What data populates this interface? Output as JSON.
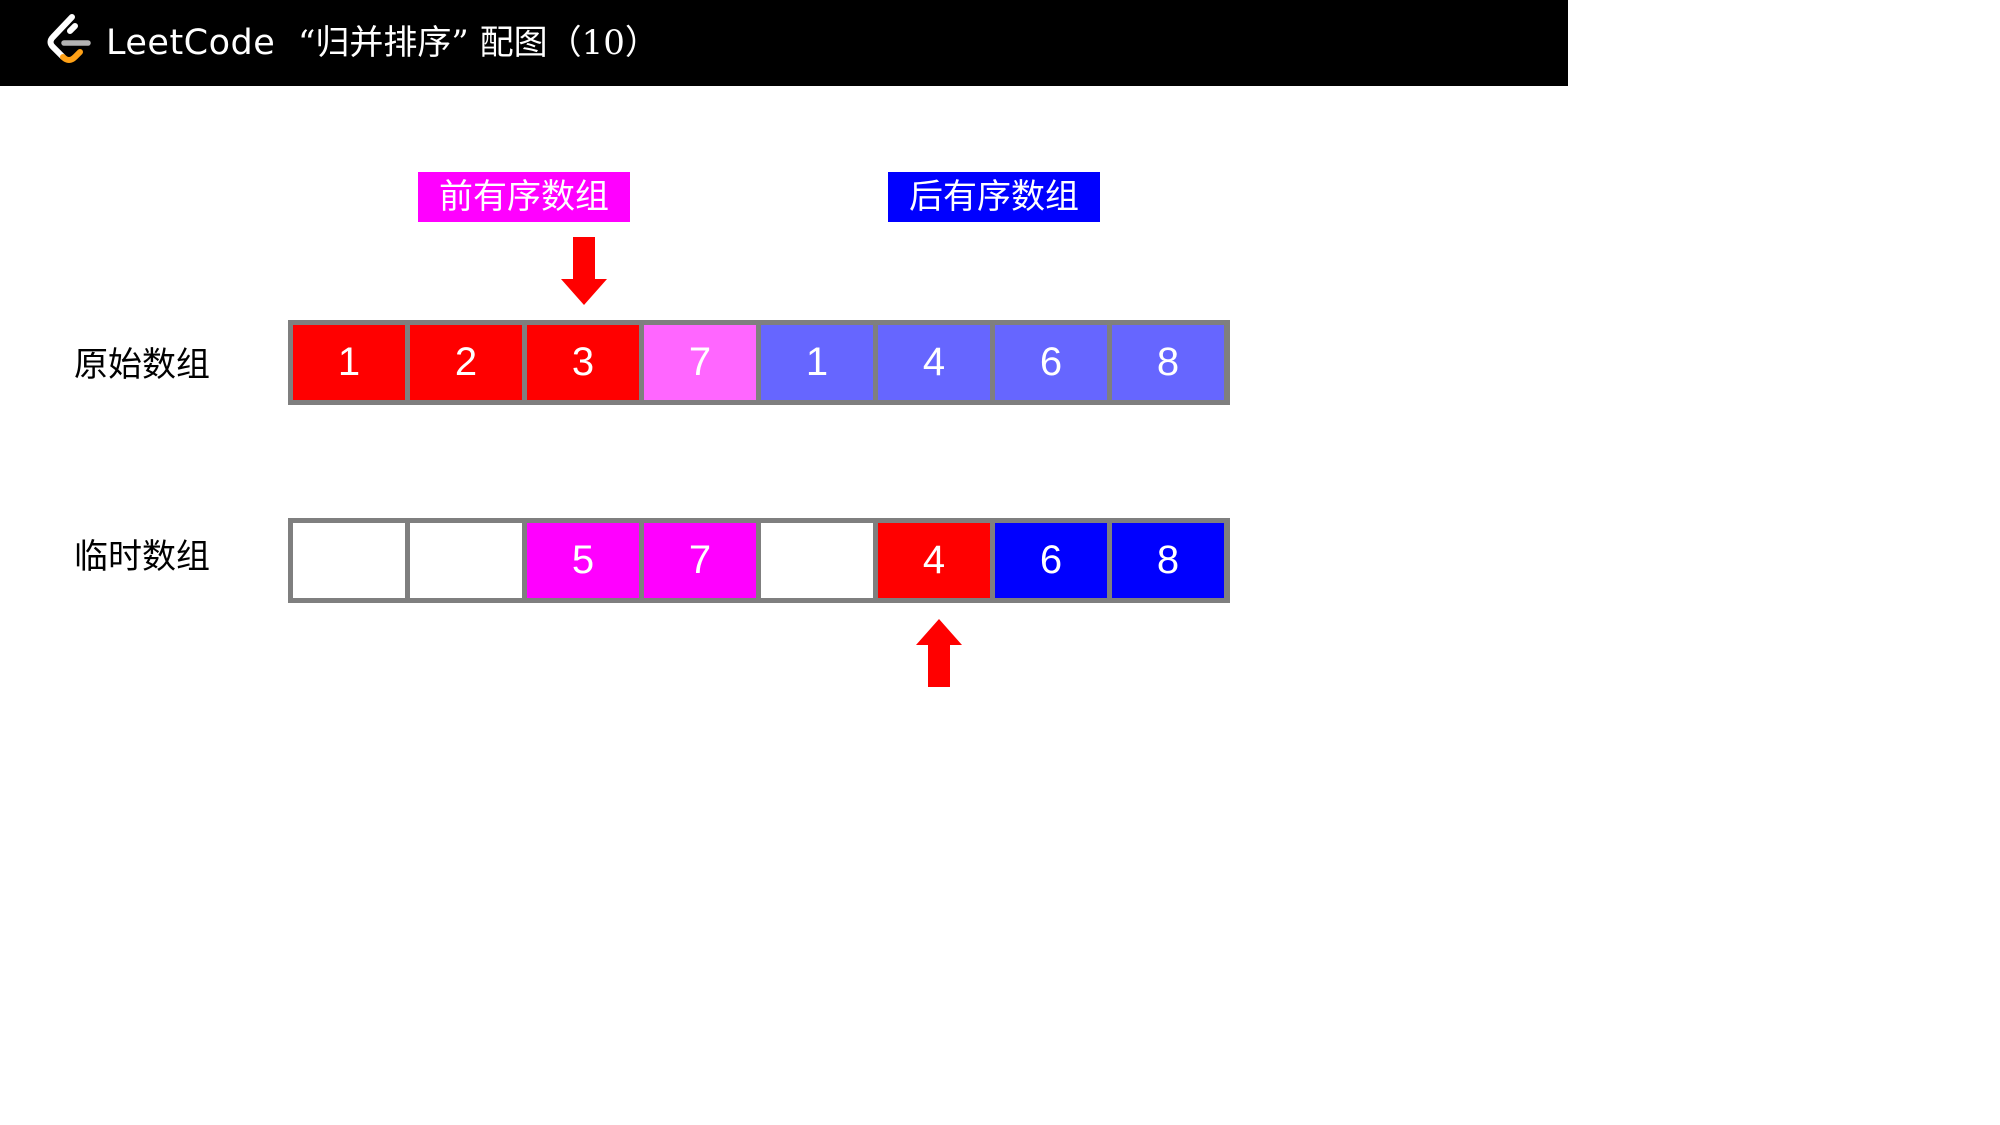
{
  "header": {
    "brand": "LeetCode",
    "title": "“归并排序” 配图（10）"
  },
  "tags": {
    "front": {
      "label": "前有序数组",
      "color": "#ff00ff"
    },
    "back": {
      "label": "后有序数组",
      "color": "#0000ff"
    }
  },
  "rows": {
    "original": {
      "label": "原始数组",
      "cells": [
        {
          "value": "1",
          "color": "#ff0000"
        },
        {
          "value": "2",
          "color": "#ff0000"
        },
        {
          "value": "3",
          "color": "#ff0000"
        },
        {
          "value": "7",
          "color": "#ff66ff"
        },
        {
          "value": "1",
          "color": "#6666ff"
        },
        {
          "value": "4",
          "color": "#6666ff"
        },
        {
          "value": "6",
          "color": "#6666ff"
        },
        {
          "value": "8",
          "color": "#6666ff"
        }
      ]
    },
    "temp": {
      "label": "临时数组",
      "cells": [
        {
          "value": "",
          "color": "#ffffff"
        },
        {
          "value": "",
          "color": "#ffffff"
        },
        {
          "value": "5",
          "color": "#ff00ff"
        },
        {
          "value": "7",
          "color": "#ff00ff"
        },
        {
          "value": "",
          "color": "#ffffff"
        },
        {
          "value": "4",
          "color": "#ff0000"
        },
        {
          "value": "6",
          "color": "#0000ff"
        },
        {
          "value": "8",
          "color": "#0000ff"
        }
      ]
    }
  },
  "pointers": {
    "original_index": 2,
    "temp_index": 5,
    "color": "#ff0000"
  }
}
